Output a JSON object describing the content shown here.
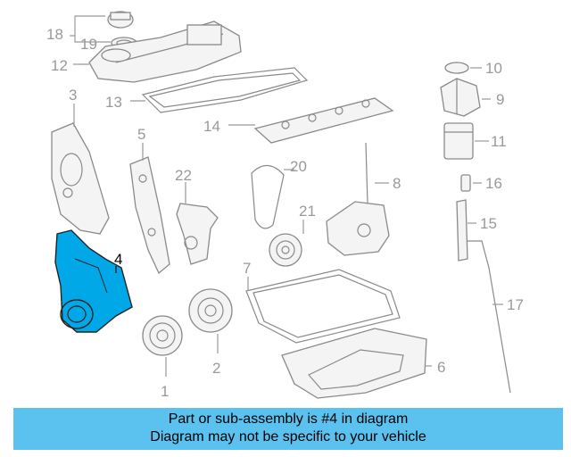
{
  "callouts": {
    "c1": "1",
    "c2": "2",
    "c3": "3",
    "c4": "4",
    "c5": "5",
    "c6": "6",
    "c7": "7",
    "c8": "8",
    "c9": "9",
    "c10": "10",
    "c11": "11",
    "c12": "12",
    "c13": "13",
    "c14": "14",
    "c15": "15",
    "c16": "16",
    "c17": "17",
    "c18": "18",
    "c19": "19",
    "c20": "20",
    "c21": "21",
    "c22": "22"
  },
  "highlight_color": "#00a8e8",
  "caption": {
    "line1": "Part or sub-assembly is #4 in diagram",
    "line2": "Diagram may not be specific to your vehicle"
  }
}
